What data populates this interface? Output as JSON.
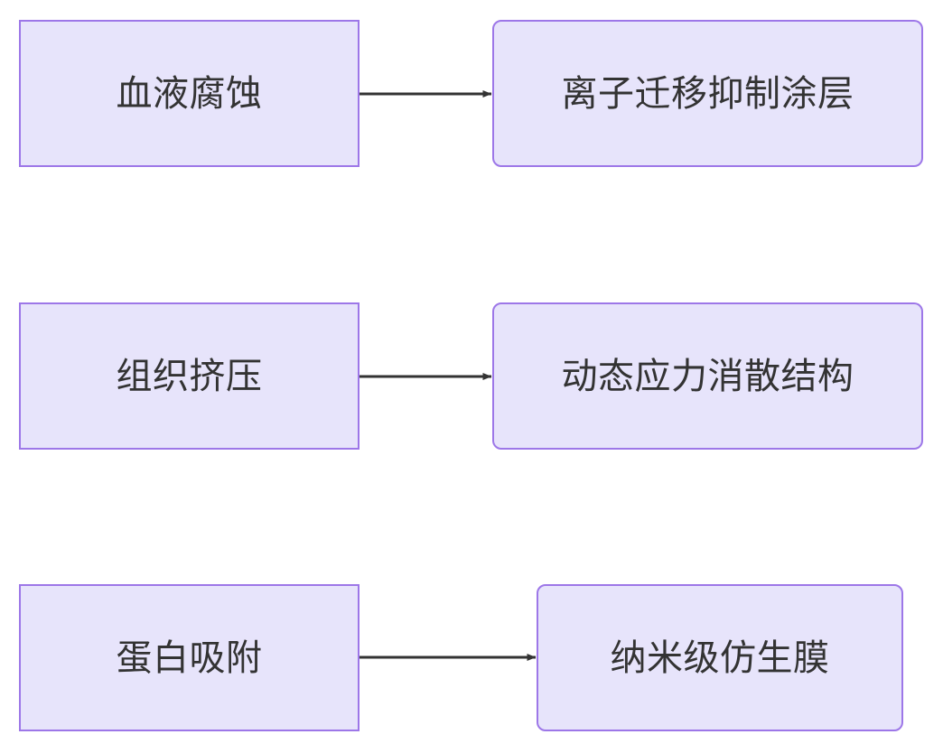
{
  "diagram": {
    "type": "flowchart",
    "direction": "left-to-right",
    "background_color": "#ffffff",
    "node_fill_color": "#e7e4fb",
    "node_border_color": "#9d77e8",
    "node_text_color": "#333333",
    "edge_color": "#333333",
    "rows": [
      {
        "cause": {
          "label": "血液腐蚀",
          "shape": "rectangle"
        },
        "effect": {
          "label": "离子迁移抑制涂层",
          "shape": "rounded-rectangle"
        },
        "edge": {
          "label": "",
          "style": "solid-arrow"
        }
      },
      {
        "cause": {
          "label": "组织挤压",
          "shape": "rectangle"
        },
        "effect": {
          "label": "动态应力消散结构",
          "shape": "rounded-rectangle"
        },
        "edge": {
          "label": "",
          "style": "solid-arrow"
        }
      },
      {
        "cause": {
          "label": "蛋白吸附",
          "shape": "rectangle"
        },
        "effect": {
          "label": "纳米级仿生膜",
          "shape": "rounded-rectangle"
        },
        "edge": {
          "label": "",
          "style": "solid-arrow"
        }
      }
    ]
  }
}
